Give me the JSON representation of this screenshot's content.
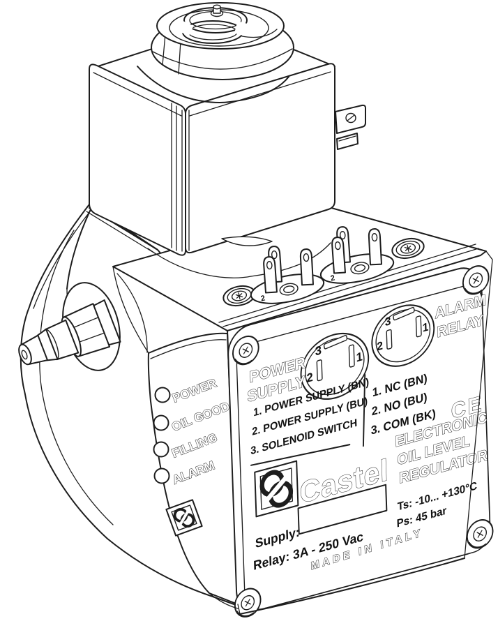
{
  "front_label": {
    "power_supply": {
      "title1": "POWER",
      "title2": "SUPPLY",
      "pin1": "1. POWER SUPPLY (BN)",
      "pin2": "2. POWER SUPPLY (BU)",
      "pin3": "3. SOLENOID SWITCH"
    },
    "alarm_relay": {
      "title1": "ALARM",
      "title2": "RELAY",
      "pin1": "1. NC (BN)",
      "pin2": "2. NO (BU)",
      "pin3": "3. COM (BK)"
    },
    "connector_pins": {
      "p1": "1",
      "p2": "2",
      "p3": "3"
    },
    "ce_mark": "CE",
    "product": {
      "line1": "ELECTRONIC",
      "line2": "OIL LEVEL",
      "line3": "REGULATOR"
    },
    "ratings": {
      "ts": "Ts:  -10... +130°C",
      "ps": "Ps: 45 bar"
    },
    "supply_label": "Supply:",
    "relay_label": "Relay: 3A - 250 Vac",
    "made_in": "MADE IN ITALY",
    "brand": "Castel"
  },
  "led_panel": {
    "led1": "POWER",
    "led2": "OIL GOOD",
    "led3": "FILLING",
    "led4": "ALARM"
  },
  "top_connectors": {
    "base_marking": "2"
  },
  "colors": {
    "line": "#1d1d1d",
    "paper": "#ffffff",
    "text": "#111111"
  }
}
